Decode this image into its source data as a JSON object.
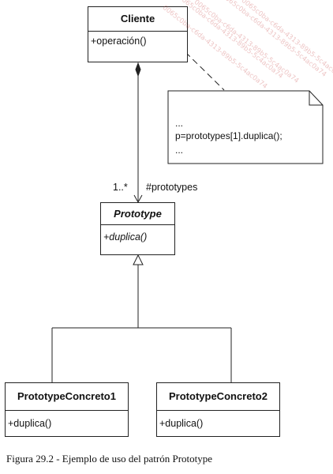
{
  "diagram": {
    "cliente": {
      "name": "Cliente",
      "operation": "+operación()"
    },
    "note": {
      "line1": "...",
      "line2": "p=prototypes[1].duplica();",
      "line3": "..."
    },
    "association": {
      "multiplicity": "1..*",
      "role": "#prototypes"
    },
    "prototype": {
      "name": "Prototype",
      "operation": "+duplica()"
    },
    "concrete1": {
      "name": "PrototypeConcreto1",
      "operation": "+duplica()"
    },
    "concrete2": {
      "name": "PrototypeConcreto2",
      "operation": "+duplica()"
    }
  },
  "caption": "Figura 29.2 - Ejemplo de uso del patrón Prototype",
  "watermark": "0065c0ba-c6da-4313-89b5-5c4ac0a74"
}
